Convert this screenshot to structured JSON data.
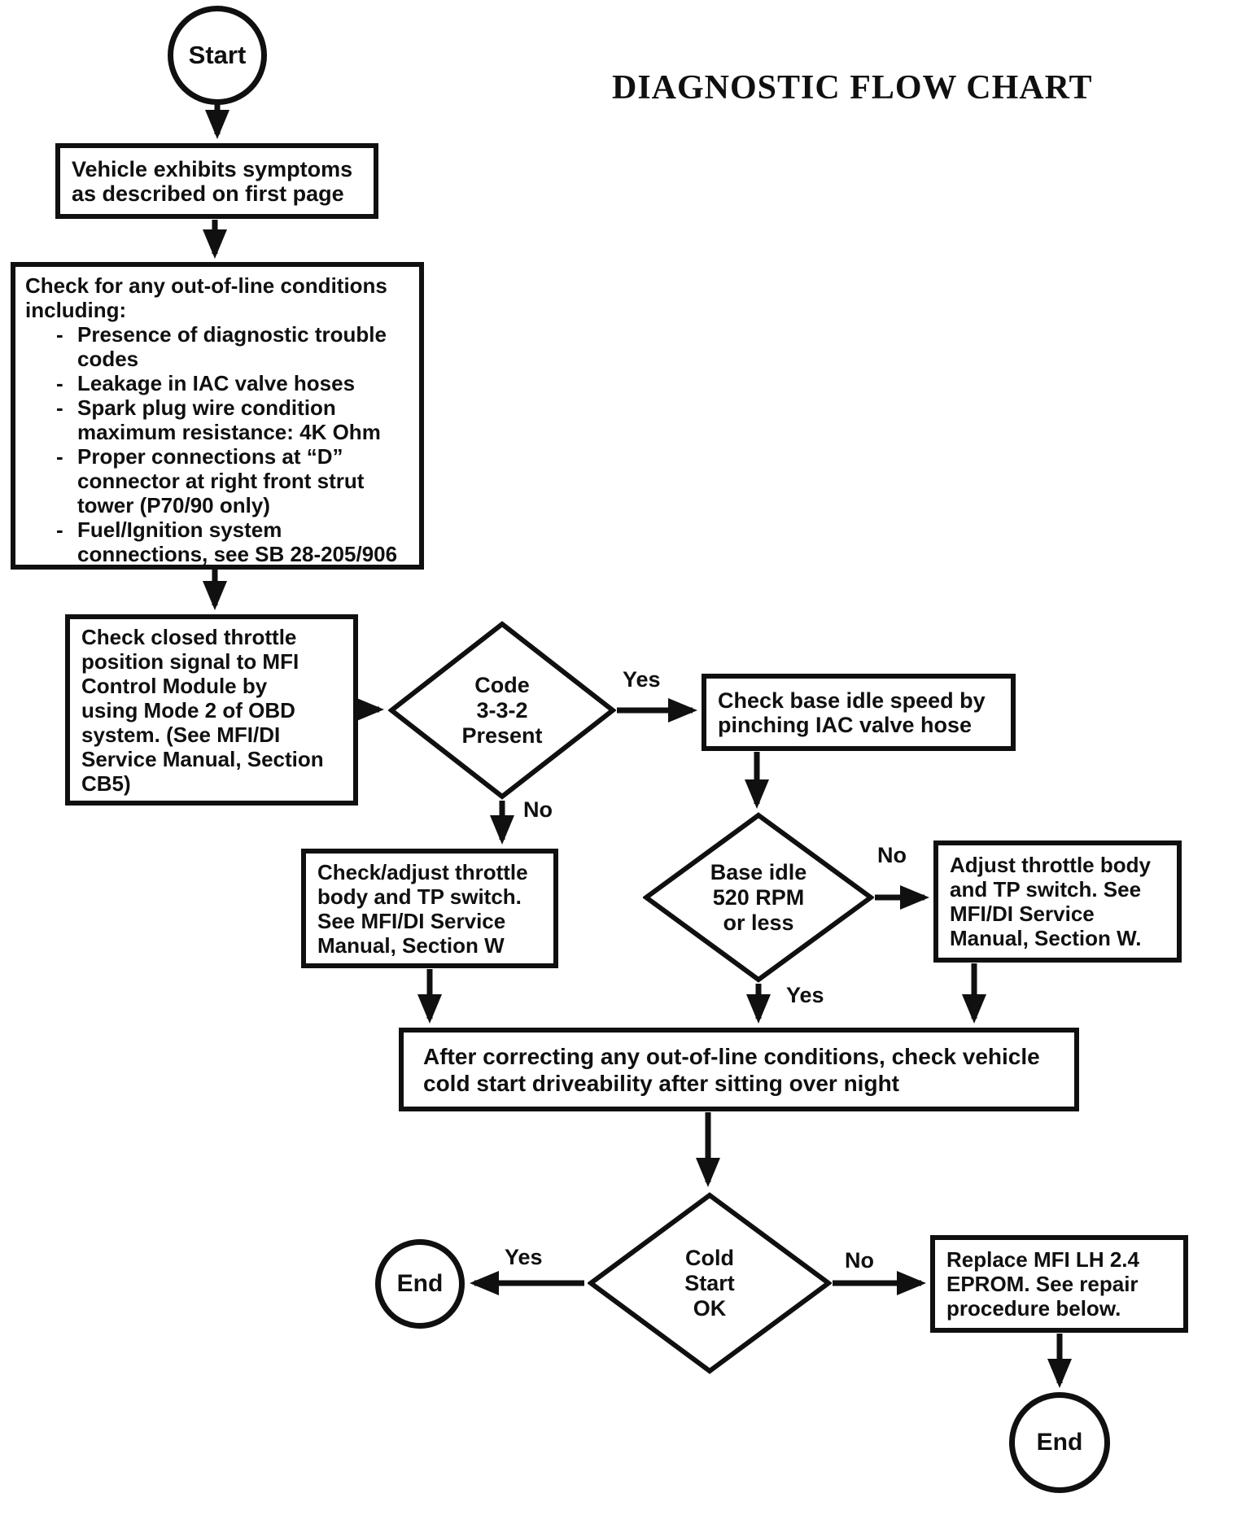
{
  "title": "DIAGNOSTIC FLOW CHART",
  "nodes": {
    "start": {
      "label": "Start"
    },
    "symptoms": {
      "text": "Vehicle exhibits symptoms\nas described on first page"
    },
    "checklist": {
      "intro": "Check for any out-of-line conditions including:",
      "items": [
        "Presence of diagnostic trouble codes",
        "Leakage in IAC valve hoses",
        "Spark plug wire condition maximum resistance: 4K Ohm",
        "Proper connections at “D” connector at right front strut tower (P70/90 only)",
        "Fuel/Ignition system connections, see SB 28-205/906"
      ]
    },
    "closed_throttle": {
      "text": "Check closed throttle\nposition signal to MFI\nControl Module by\nusing Mode 2 of OBD\nsystem.  (See MFI/DI\nService Manual, Section\nCB5)"
    },
    "code_present": {
      "text": "Code\n3-3-2\nPresent"
    },
    "base_idle_check": {
      "text": "Check base idle speed by\npinching IAC valve hose"
    },
    "check_adjust_tb": {
      "text": "Check/adjust throttle\nbody and TP switch.\nSee MFI/DI Service\nManual, Section W"
    },
    "base_idle": {
      "text": "Base idle\n520 RPM\nor less"
    },
    "adjust_tb": {
      "text": "Adjust throttle body\nand TP switch.  See\nMFI/DI Service\nManual, Section W."
    },
    "after_correcting": {
      "text": "After correcting any out-of-line conditions, check vehicle\ncold start driveability after sitting over night"
    },
    "cold_start": {
      "text": "Cold\nStart\nOK"
    },
    "end_left": {
      "label": "End"
    },
    "replace_eprom": {
      "text": "Replace MFI LH 2.4\nEPROM.  See repair\nprocedure below."
    },
    "end_bottom": {
      "label": "End"
    }
  },
  "edge_labels": {
    "code_yes": "Yes",
    "code_no": "No",
    "idle_no": "No",
    "idle_yes": "Yes",
    "cold_yes": "Yes",
    "cold_no": "No"
  },
  "colors": {
    "ink": "#101010",
    "paper": "#ffffff"
  }
}
